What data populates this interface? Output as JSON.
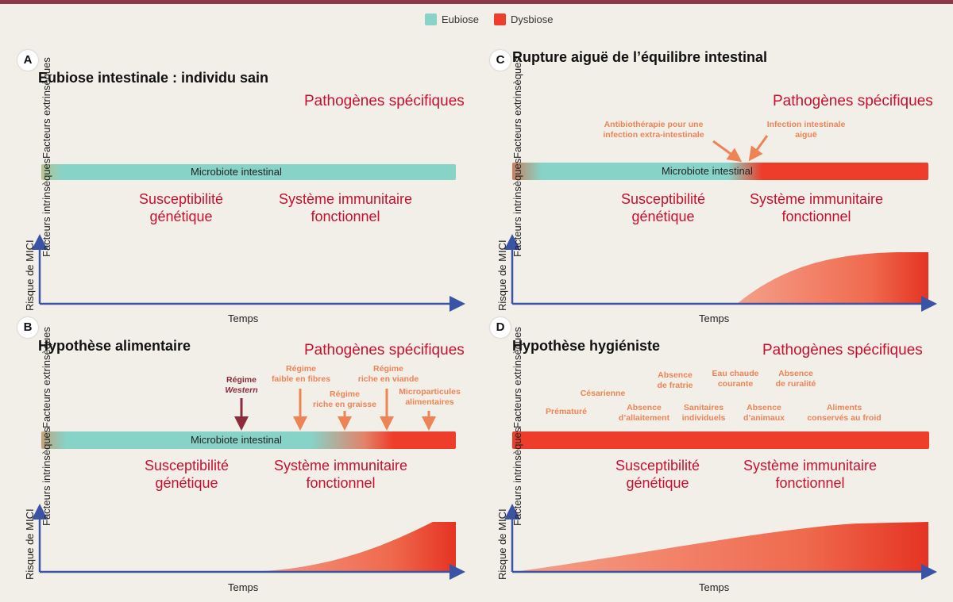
{
  "legend": {
    "eubiose": {
      "label": "Eubiose",
      "color": "#87d3c7"
    },
    "dysbiose": {
      "label": "Dysbiose",
      "color": "#ee3d2a"
    }
  },
  "common": {
    "pathogens": "Pathogènes spécifiques",
    "extrinsic": "Facteurs extrinsèques",
    "intrinsic": "Facteurs intrinsèques",
    "microbiota": "Microbiote intestinal",
    "susceptibility_1": "Susceptibilité",
    "susceptibility_2": "génétique",
    "immune_1": "Système immunitaire",
    "immune_2": "fonctionnel",
    "y_label": "Risque de MICI",
    "x_label": "Temps"
  },
  "panels": {
    "a": {
      "letter": "A",
      "title": "Eubiose intestinale : individu sain"
    },
    "b": {
      "letter": "B",
      "title": "Hypothèse alimentaire",
      "annotations": {
        "western_1": "Régime",
        "western_2": "Western",
        "fibres_1": "Régime",
        "fibres_2": "faible en fibres",
        "graisse_1": "Régime",
        "graisse_2": "riche en graisse",
        "viande_1": "Régime",
        "viande_2": "riche en viande",
        "micro_1": "Microparticules",
        "micro_2": "alimentaires"
      }
    },
    "c": {
      "letter": "C",
      "title": "Rupture aiguë de l’équilibre intestinal",
      "annotations": {
        "antibio_1": "Antibiothérapie pour une",
        "antibio_2": "infection extra-intestinale",
        "infection_1": "Infection intestinale",
        "infection_2": "aiguë"
      }
    },
    "d": {
      "letter": "D",
      "title": "Hypothèse hygiéniste",
      "annotations": {
        "premature": "Prématuré",
        "cesarienne": "Césarienne",
        "allait_1": "Absence",
        "allait_2": "d’allaitement",
        "fratrie_1": "Absence",
        "fratrie_2": "de fratrie",
        "sanit_1": "Sanitaires",
        "sanit_2": "individuels",
        "eau_1": "Eau chaude",
        "eau_2": "courante",
        "animaux_1": "Absence",
        "animaux_2": "d’animaux",
        "ruralite_1": "Absence",
        "ruralite_2": "de ruralité",
        "aliments_1": "Aliments",
        "aliments_2": "conservés au froid"
      }
    }
  }
}
